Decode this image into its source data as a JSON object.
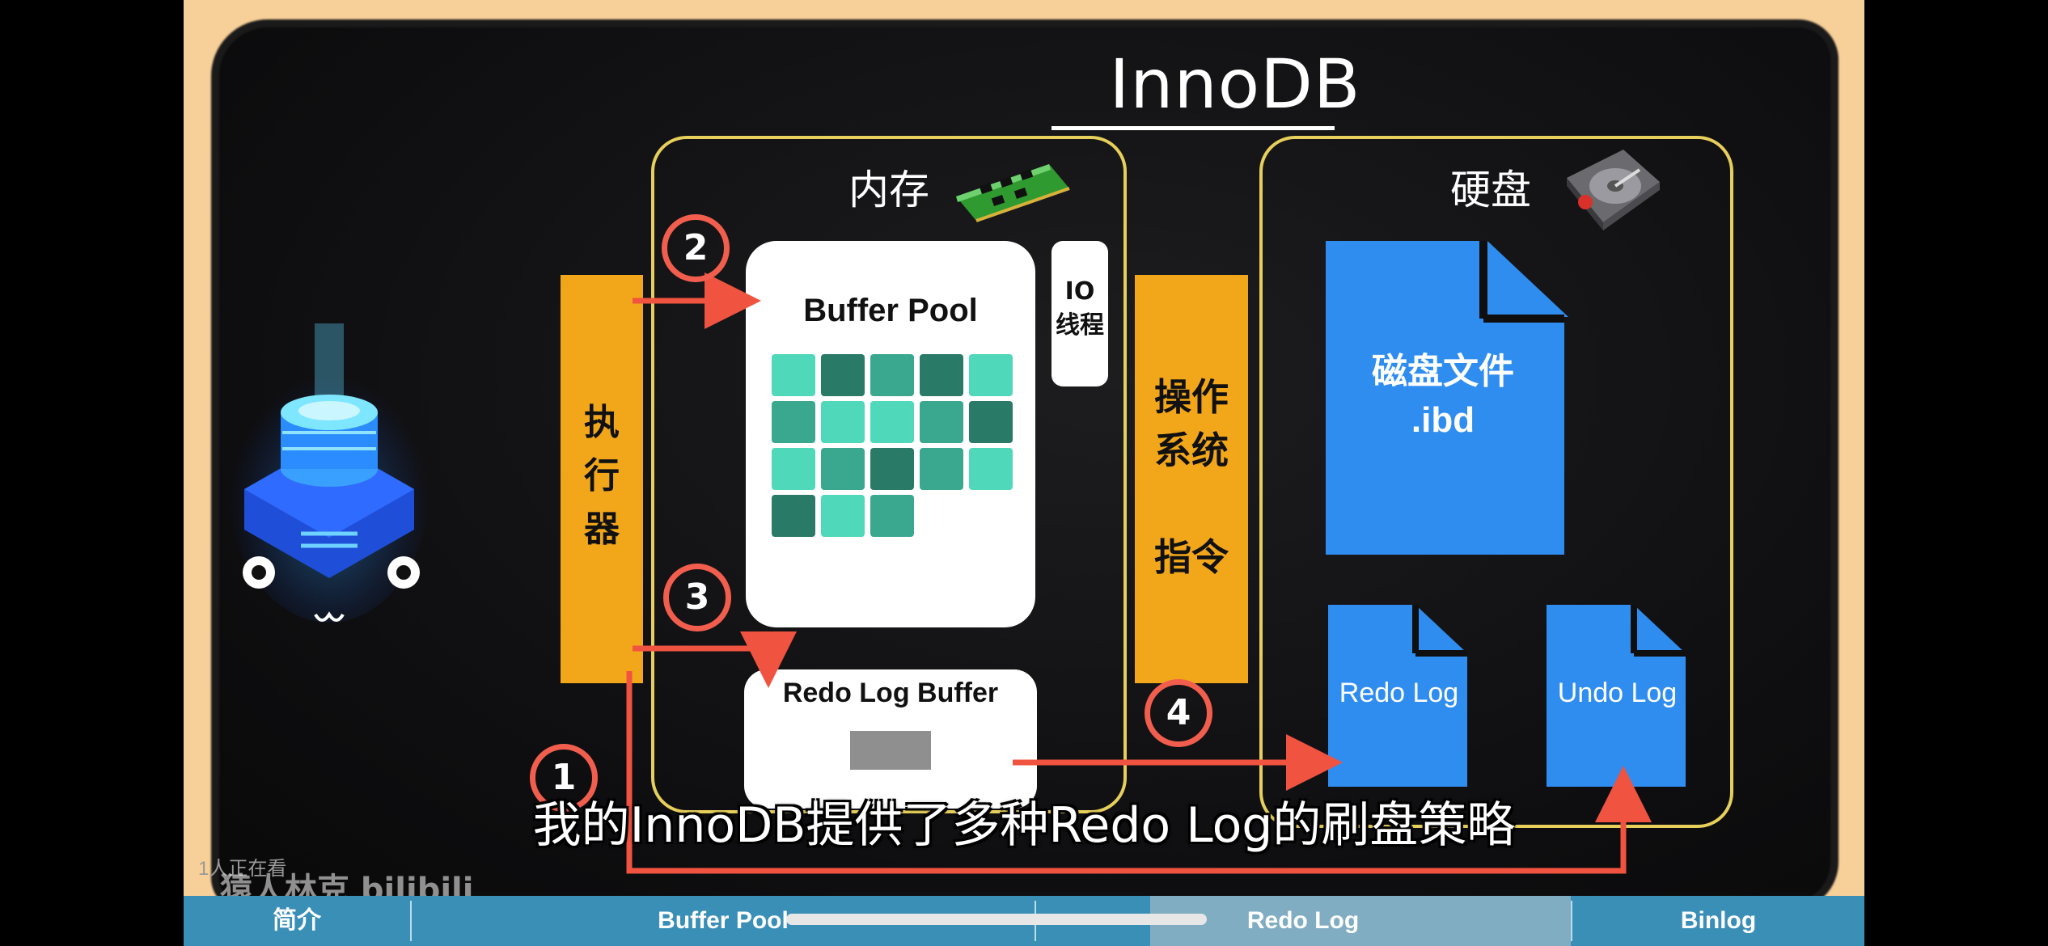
{
  "diagram": {
    "title": "InnoDB",
    "memory_label": "内存",
    "disk_label": "硬盘",
    "executor_label": "执\n行\n器",
    "buffer_pool_label": "Buffer Pool",
    "io_thread_label": "IO\n线程",
    "os_instruction_label": "操作\n系统\n\n指令",
    "redo_log_buffer_label": "Redo Log Buffer",
    "disk_file_label": "磁盘文件\n.ibd",
    "redo_log_label": "Redo Log",
    "undo_log_label": "Undo Log",
    "step_numbers": [
      "1",
      "2",
      "3",
      "4"
    ]
  },
  "subtitle": "我的InnoDB提供了多种Redo Log的刷盘策略",
  "overlay": {
    "viewer_count": "1人正在看",
    "watermark": "猿人林克 bilibili"
  },
  "tabs": [
    {
      "label": "简介"
    },
    {
      "label": "Buffer Pool"
    },
    {
      "label": "Redo Log"
    },
    {
      "label": "Binlog"
    }
  ],
  "colors": {
    "accent_orange": "#f2a71a",
    "arrow_red": "#f0533f",
    "doc_blue": "#2f8df0",
    "box_yellow": "#e6cf5a",
    "tab_blue": "#3a8fb7"
  },
  "playback_progress": 0.5
}
